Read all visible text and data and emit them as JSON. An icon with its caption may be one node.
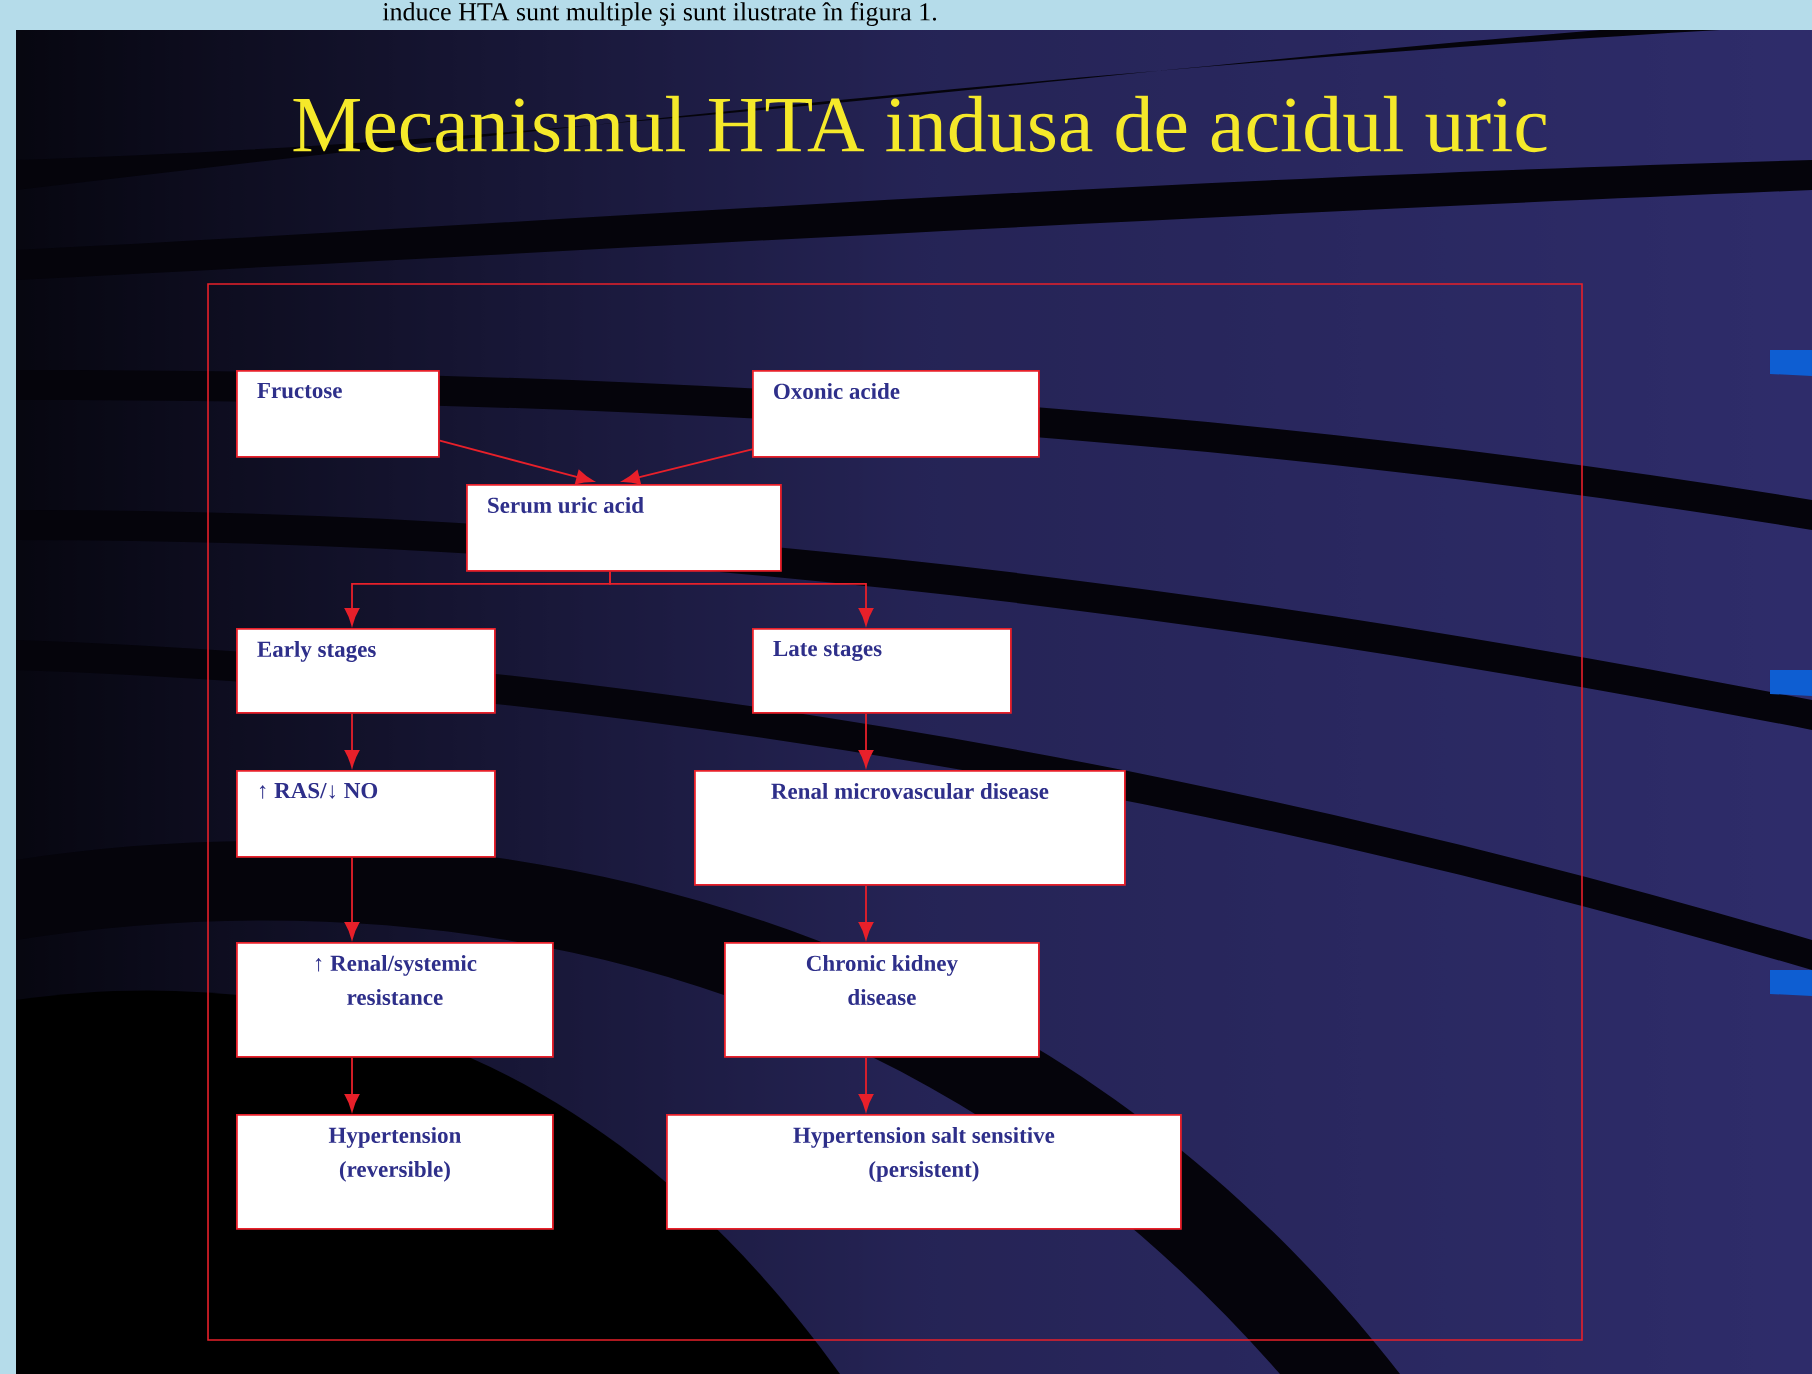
{
  "diagram": {
    "title": "Mecanismul HTA indusa de acidul uric",
    "nodes": [
      {
        "text": [
          "Fructose"
        ]
      },
      {
        "text": [
          "Oxonic acide"
        ]
      },
      {
        "text": [
          "Serum uric acid"
        ]
      },
      {
        "text": [
          "Early stages"
        ]
      },
      {
        "text": [
          "Late stages"
        ]
      },
      {
        "text": [
          "↑ RAS/↓ NO"
        ]
      },
      {
        "text": [
          "Renal microvascular disease"
        ]
      },
      {
        "text": [
          "↑ Renal/systemic resistance"
        ]
      },
      {
        "text": [
          "Chronic kidney disease"
        ]
      },
      {
        "text": [
          "Hypertension (reversible)"
        ]
      },
      {
        "text": [
          "Hypertension salt sensitive (persistent)"
        ]
      }
    ],
    "edges": [
      {
        "from": 0,
        "to": 2,
        "arrow": "to"
      },
      {
        "from": 1,
        "to": 2,
        "arrow": "to"
      },
      {
        "from": 2,
        "to": 3,
        "arrow": "to"
      },
      {
        "from": 2,
        "to": 4,
        "arrow": "to"
      },
      {
        "from": 3,
        "to": 5,
        "arrow": "to"
      },
      {
        "from": 5,
        "to": 7,
        "arrow": "to"
      },
      {
        "from": 7,
        "to": 9,
        "arrow": "to"
      },
      {
        "from": 4,
        "to": 6,
        "arrow": "to"
      },
      {
        "from": 6,
        "to": 8,
        "arrow": "to"
      },
      {
        "from": 8,
        "to": 10,
        "arrow": "to"
      }
    ],
    "labels": [
      "induce HTA sunt multiple şi sunt ilustrate în figura 1."
    ]
  }
}
